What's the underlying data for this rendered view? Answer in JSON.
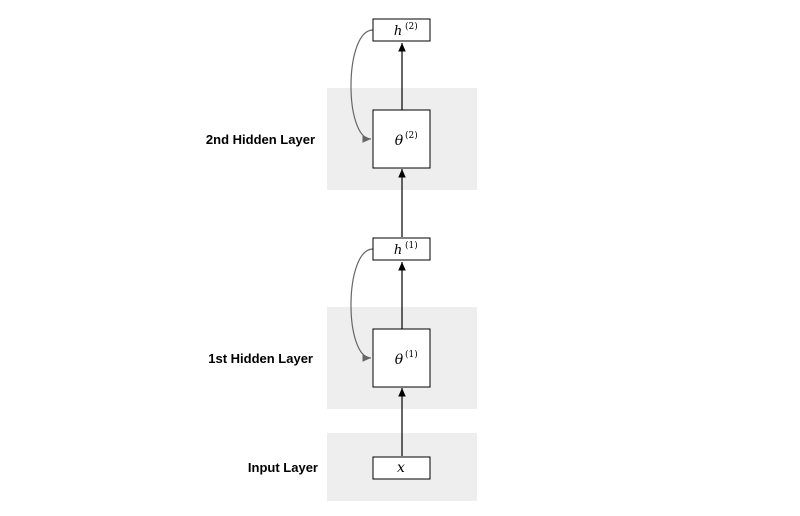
{
  "colors": {
    "band": "#eeeeee",
    "node_fill": "#ffffff",
    "node_stroke": "#000000",
    "arrow": "#000000",
    "loop_arrow": "#666666"
  },
  "layers": {
    "input": {
      "label": "Input Layer",
      "node": {
        "symbol": "x"
      }
    },
    "hidden1": {
      "label": "1st Hidden Layer",
      "node": {
        "symbol": "θ",
        "superscript": "(1)"
      },
      "output": {
        "symbol": "h",
        "superscript": "(1)"
      }
    },
    "hidden2": {
      "label": "2nd Hidden Layer",
      "node": {
        "symbol": "θ",
        "superscript": "(2)"
      },
      "output": {
        "symbol": "h",
        "superscript": "(2)"
      }
    }
  }
}
